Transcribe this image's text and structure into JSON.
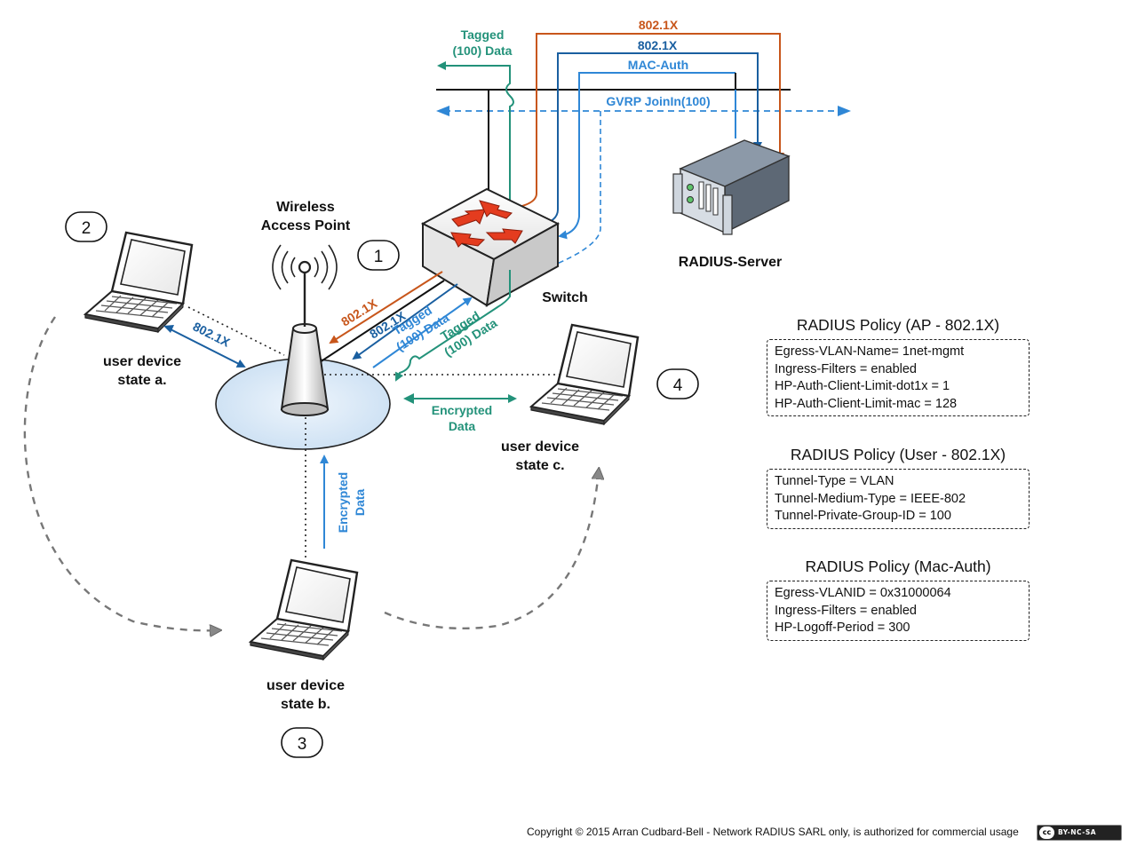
{
  "colors": {
    "orange": "#c8561b",
    "dark_blue": "#1a5fa0",
    "light_blue": "#2f87d6",
    "teal": "#23927a",
    "gray": "#777777",
    "black": "#111111",
    "cell_fill": "#d9e8f6"
  },
  "top_labels": {
    "tagged_line1": "Tagged",
    "tagged_line2": "(100) Data",
    "orange_8021x": "802.1X",
    "blue_8021x": "802.1X",
    "mac_auth": "MAC-Auth",
    "gvrp": "GVRP JoinIn(100)"
  },
  "nodes": {
    "ap_line1": "Wireless",
    "ap_line2": "Access Point",
    "switch": "Switch",
    "radius_server": "RADIUS-Server",
    "state_a_line1": "user device",
    "state_a_line2": "state a.",
    "state_b_line1": "user device",
    "state_b_line2": "state b.",
    "state_c_line1": "user device",
    "state_c_line2": "state c."
  },
  "steps": [
    "1",
    "2",
    "3",
    "4"
  ],
  "link_labels": {
    "orange_8021x": "802.1X",
    "blue_8021x": "802.1X",
    "tagged_blue_1": "Tagged",
    "tagged_blue_2": "(100) Data",
    "tagged_teal_1": "Tagged",
    "tagged_teal_2": "(100) Data",
    "device_a_8021x": "802.1X",
    "encrypted_c_1": "Encrypted",
    "encrypted_c_2": "Data",
    "encrypted_b_1": "Encrypted",
    "encrypted_b_2": "Data"
  },
  "policies": [
    {
      "title": "RADIUS Policy (AP - 802.1X)",
      "lines": [
        "Egress-VLAN-Name= 1net-mgmt",
        "Ingress-Filters = enabled",
        "HP-Auth-Client-Limit-dot1x = 1",
        "HP-Auth-Client-Limit-mac = 128"
      ]
    },
    {
      "title": "RADIUS Policy (User - 802.1X)",
      "lines": [
        "Tunnel-Type = VLAN",
        "Tunnel-Medium-Type = IEEE-802",
        "Tunnel-Private-Group-ID = 100"
      ]
    },
    {
      "title": "RADIUS Policy (Mac-Auth)",
      "lines": [
        "Egress-VLANID = 0x31000064",
        "Ingress-Filters = enabled",
        "HP-Logoff-Period = 300"
      ]
    }
  ],
  "footer": {
    "copyright": "Copyright © 2015 Arran Cudbard-Bell - Network RADIUS SARL only, is authorized for commercial usage",
    "license_cc": "cc",
    "license_terms": "BY-NC-SA"
  }
}
